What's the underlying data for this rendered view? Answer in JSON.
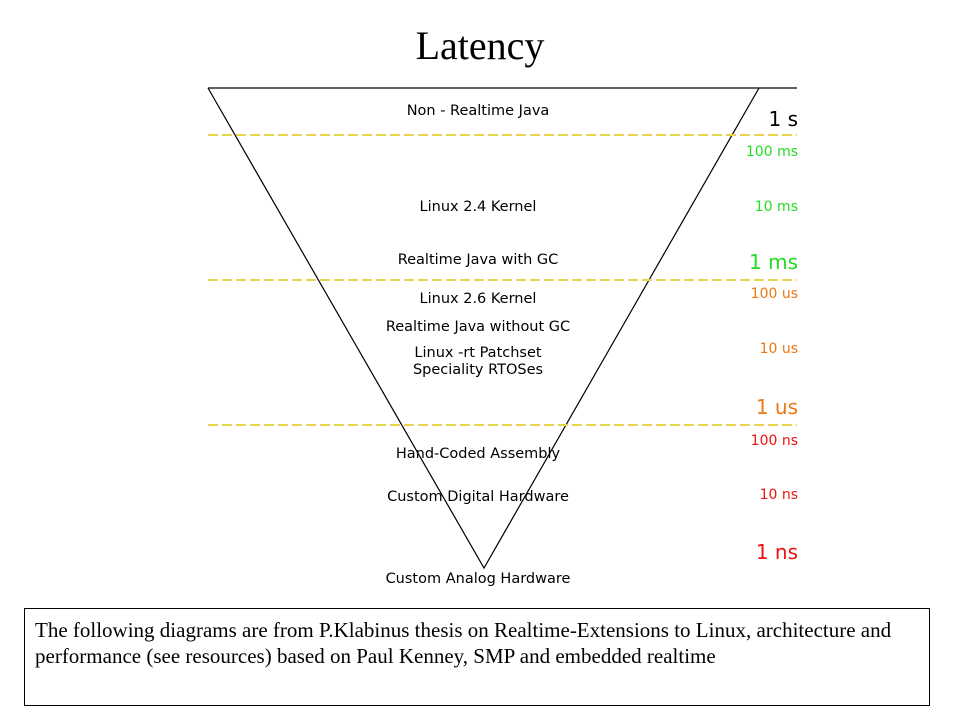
{
  "title": "Latency",
  "labels": {
    "non_realtime_java": "Non - Realtime Java",
    "linux_24": "Linux 2.4 Kernel",
    "rt_java_gc": "Realtime Java with GC",
    "linux_26": "Linux 2.6 Kernel",
    "rt_java_no_gc": "Realtime Java without GC",
    "linux_rt": "Linux -rt Patchset",
    "rtoses": "Speciality RTOSes",
    "hand_asm": "Hand-Coded Assembly",
    "digital_hw": "Custom Digital Hardware",
    "analog_hw": "Custom Analog Hardware"
  },
  "scale": {
    "s1": "1 s",
    "ms100": "100 ms",
    "ms10": "10 ms",
    "ms1": "1 ms",
    "us100": "100 us",
    "us10": "10 us",
    "us1": "1 us",
    "ns100": "100 ns",
    "ns10": "10 ns",
    "ns1": "1 ns"
  },
  "colors": {
    "seconds": "#000000",
    "milliseconds": "#22dd22",
    "microseconds": "#ee7711",
    "nanoseconds": "#ee1111",
    "divider": "#e8d44a"
  },
  "caption": "The following diagrams are from P.Klabinus thesis on Realtime-Extensions to Linux, architecture and performance (see resources) based on Paul Kenney, SMP and embedded realtime"
}
